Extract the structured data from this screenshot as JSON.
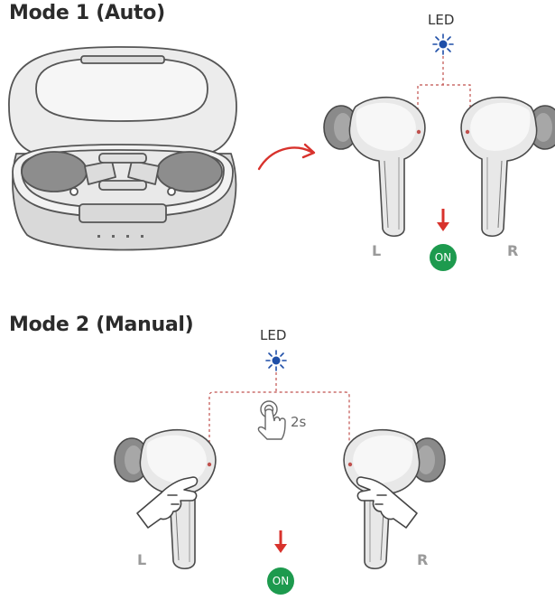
{
  "mode1": {
    "title": "Mode 1 (Auto)",
    "led_label": "LED",
    "left_label": "L",
    "right_label": "R",
    "status_badge": "ON"
  },
  "mode2": {
    "title": "Mode 2 (Manual)",
    "led_label": "LED",
    "press_duration": "2s",
    "left_label": "L",
    "right_label": "R",
    "status_badge": "ON"
  },
  "colors": {
    "led_blue": "#1f4fa8",
    "arrow_red": "#d8322c",
    "dashed_line": "#c0504d",
    "on_green": "#1d9a4e",
    "outline": "#555555",
    "case_fill": "#e6e6e6",
    "tip_fill": "#8a8a8a"
  },
  "icons": [
    "led-light-icon",
    "curved-arrow-icon",
    "down-arrow-icon",
    "finger-press-icon",
    "hand-pinch-icon"
  ]
}
